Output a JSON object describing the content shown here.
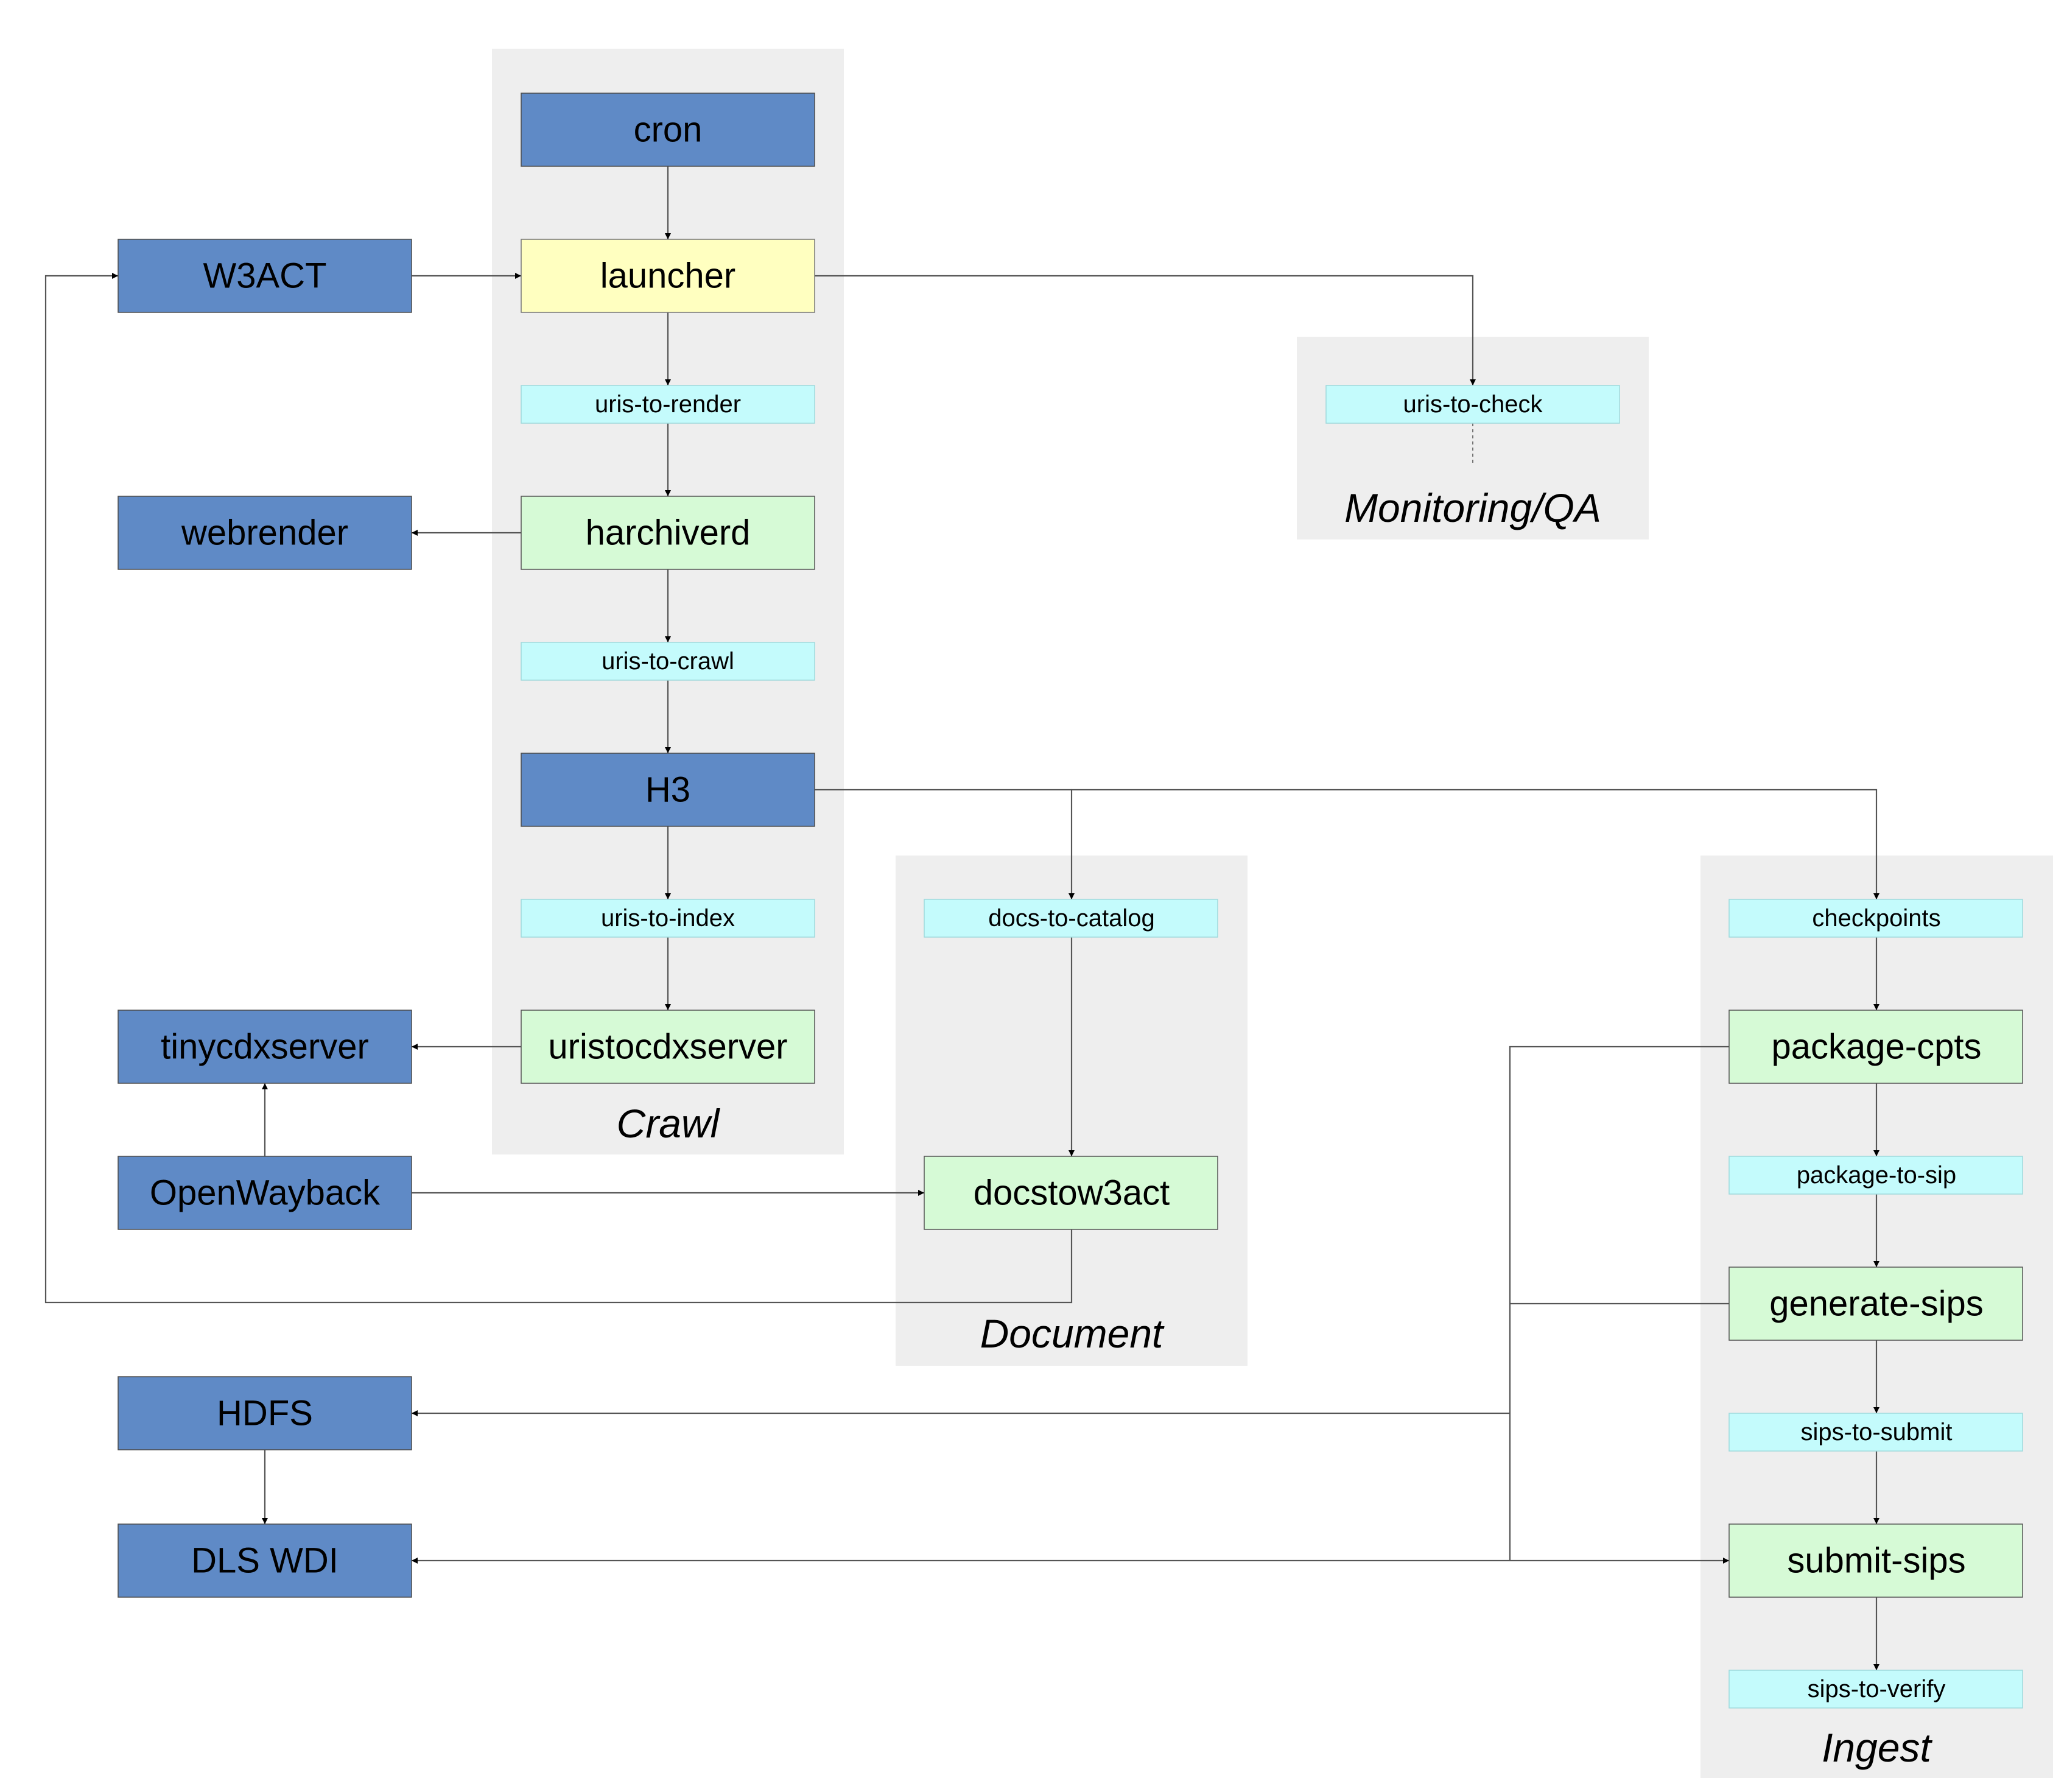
{
  "groups": {
    "crawl": "Crawl",
    "monitoring": "Monitoring/QA",
    "document": "Document",
    "ingest": "Ingest"
  },
  "nodes": {
    "cron": "cron",
    "w3act": "W3ACT",
    "launcher": "launcher",
    "uris_to_render": "uris-to-render",
    "uris_to_check": "uris-to-check",
    "webrender": "webrender",
    "harchiverd": "harchiverd",
    "uris_to_crawl": "uris-to-crawl",
    "h3": "H3",
    "uris_to_index": "uris-to-index",
    "docs_to_catalog": "docs-to-catalog",
    "checkpoints": "checkpoints",
    "tinycdxserver": "tinycdxserver",
    "uristocdxserver": "uristocdxserver",
    "package_cpts": "package-cpts",
    "openwayback": "OpenWayback",
    "docstow3act": "docstow3act",
    "package_to_sip": "package-to-sip",
    "generate_sips": "generate-sips",
    "hdfs": "HDFS",
    "sips_to_submit": "sips-to-submit",
    "dls_wdi": "DLS WDI",
    "submit_sips": "submit-sips",
    "sips_to_verify": "sips-to-verify"
  },
  "colors": {
    "service": "#5f8ac6",
    "process": "#d6fad6",
    "launcher": "#ffffc0",
    "queue": "#c4fbfc",
    "group": "#eeeeee"
  }
}
